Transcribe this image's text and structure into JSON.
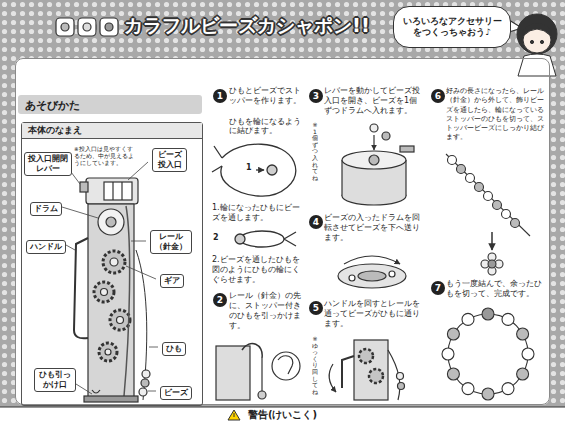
{
  "diagram": {
    "title": "カラフルビーズカシャポン!!",
    "nodes": [
      {
        "text": [
          "いろいろなアクセサリーをつくっちゃおう♪"
        ]
      },
      {
        "text": [
          "あそびかた"
        ]
      },
      {
        "text": [
          "本体のなまえ"
        ],
        "in": 1
      },
      {
        "text": [
          "ビーズ投入口"
        ],
        "in": 2
      },
      {
        "text": [
          "投入口開閉レバー"
        ],
        "in": 2
      },
      {
        "text": [
          "ドラム"
        ],
        "in": 2
      },
      {
        "text": [
          "ハンドル"
        ],
        "in": 2
      },
      {
        "text": [
          "レール（針金）"
        ],
        "in": 2
      },
      {
        "text": [
          "ギア"
        ],
        "in": 2
      },
      {
        "text": [
          "ひも"
        ],
        "in": 2
      },
      {
        "text": [
          "ひも引っかけ口"
        ],
        "in": 2
      },
      {
        "text": [
          "ビーズ"
        ],
        "in": 2
      },
      {
        "text": [
          "1"
        ],
        "in": 1
      },
      {
        "text": [
          "2"
        ],
        "in": 1
      },
      {
        "text": [
          "3"
        ],
        "in": 1
      },
      {
        "text": [
          "4"
        ],
        "in": 1
      },
      {
        "text": [
          "5"
        ],
        "in": 1
      },
      {
        "text": [
          "6"
        ],
        "in": 1
      },
      {
        "text": [
          "7"
        ],
        "in": 1
      },
      {
        "text": [
          "警告(けいこく)"
        ]
      }
    ],
    "labels": [
      "ひもとビーズでストッパーを作ります。",
      "ひもを輪になるように結びます。",
      "1.輪になったひもにビーズを通します。",
      "1",
      "2.ビーズを通したひもを図のようにひもの輪にくぐらせます。",
      "2",
      "レール（針金）の先に、ストッパー付きのひもを引っかけます。",
      "レバーを動かしてビーズ投入口を開き、ビーズを1個ずつドラムへ入れます。",
      "※1個ずつ入れてね",
      "ビーズの入ったドラムを回転させてビーズを下へ送ります。",
      "ハンドルを回すとレールを通ってビーズがひもに通ります。",
      "※ゆっくり回してね",
      "好みの長さになったら、レール（針金）から外して、飾りビーズを通したら、輪になっているストッパーのひもを切って、ストッパービーズにしっかり結びます。",
      "もう一度結んで、余ったひもを切って、完成です。",
      "※投入口は見やすくするため、中が見えるようにしています。"
    ]
  }
}
